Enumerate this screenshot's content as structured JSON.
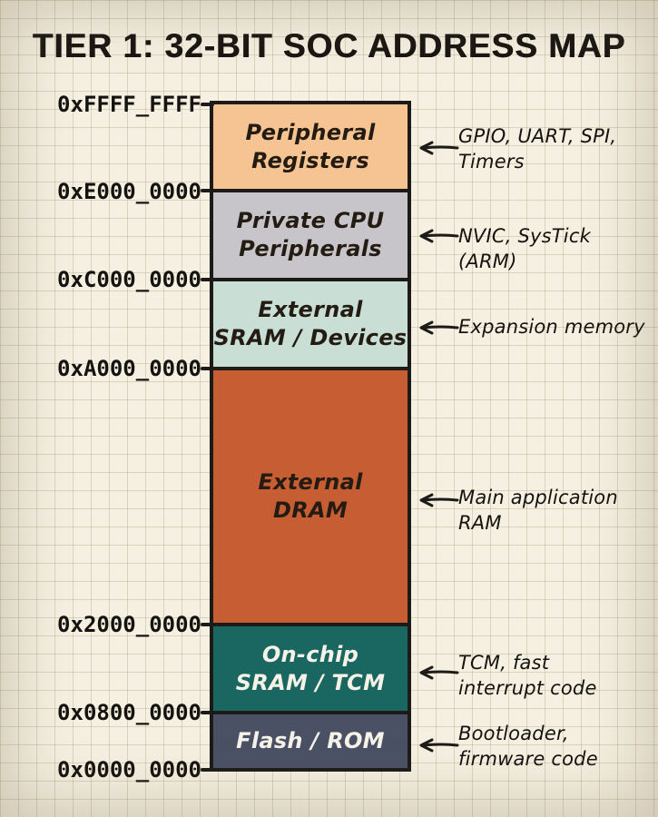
{
  "title": "TIER 1: 32-BIT SOC ADDRESS MAP",
  "colors": {
    "background": "#f5f0e2",
    "grid_line": "#d9d2bd",
    "ink": "#1d1b18",
    "peripheral_registers": "#f6c492",
    "private_cpu_peripherals": "#c7c5ca",
    "external_sram_devices": "#c9dfd6",
    "external_dram": "#c75d33",
    "onchip_sram_tcm": "#1a6660",
    "flash_rom": "#4a5164"
  },
  "regions": [
    {
      "label": "Peripheral\nRegisters",
      "color": "#f6c492",
      "start": "0xE000_0000",
      "end": "0xFFFF_FFFF"
    },
    {
      "label": "Private CPU\nPeripherals",
      "color": "#c7c5ca",
      "start": "0xC000_0000",
      "end": "0xE000_0000"
    },
    {
      "label": "External\nSRAM / Devices",
      "color": "#c9dfd6",
      "start": "0xA000_0000",
      "end": "0xC000_0000"
    },
    {
      "label": "External\nDRAM",
      "color": "#c75d33",
      "start": "0x2000_0000",
      "end": "0xA000_0000"
    },
    {
      "label": "On-chip\nSRAM / TCM",
      "color": "#1a6660",
      "start": "0x0800_0000",
      "end": "0x2000_0000"
    },
    {
      "label": "Flash / ROM",
      "color": "#4a5164",
      "start": "0x0000_0000",
      "end": "0x0800_0000"
    }
  ],
  "address_labels": [
    "0xFFFF_FFFF",
    "0xE000_0000",
    "0xC000_0000",
    "0xA000_0000",
    "0x2000_0000",
    "0x0800_0000",
    "0x0000_0000"
  ],
  "annotations": [
    {
      "text": "GPIO, UART, SPI,\nTimers"
    },
    {
      "text": "NVIC, SysTick (ARM)"
    },
    {
      "text": "Expansion memory"
    },
    {
      "text": "Main application\nRAM"
    },
    {
      "text": "TCM, fast\ninterrupt code"
    },
    {
      "text": "Bootloader,\nfirmware code"
    }
  ]
}
